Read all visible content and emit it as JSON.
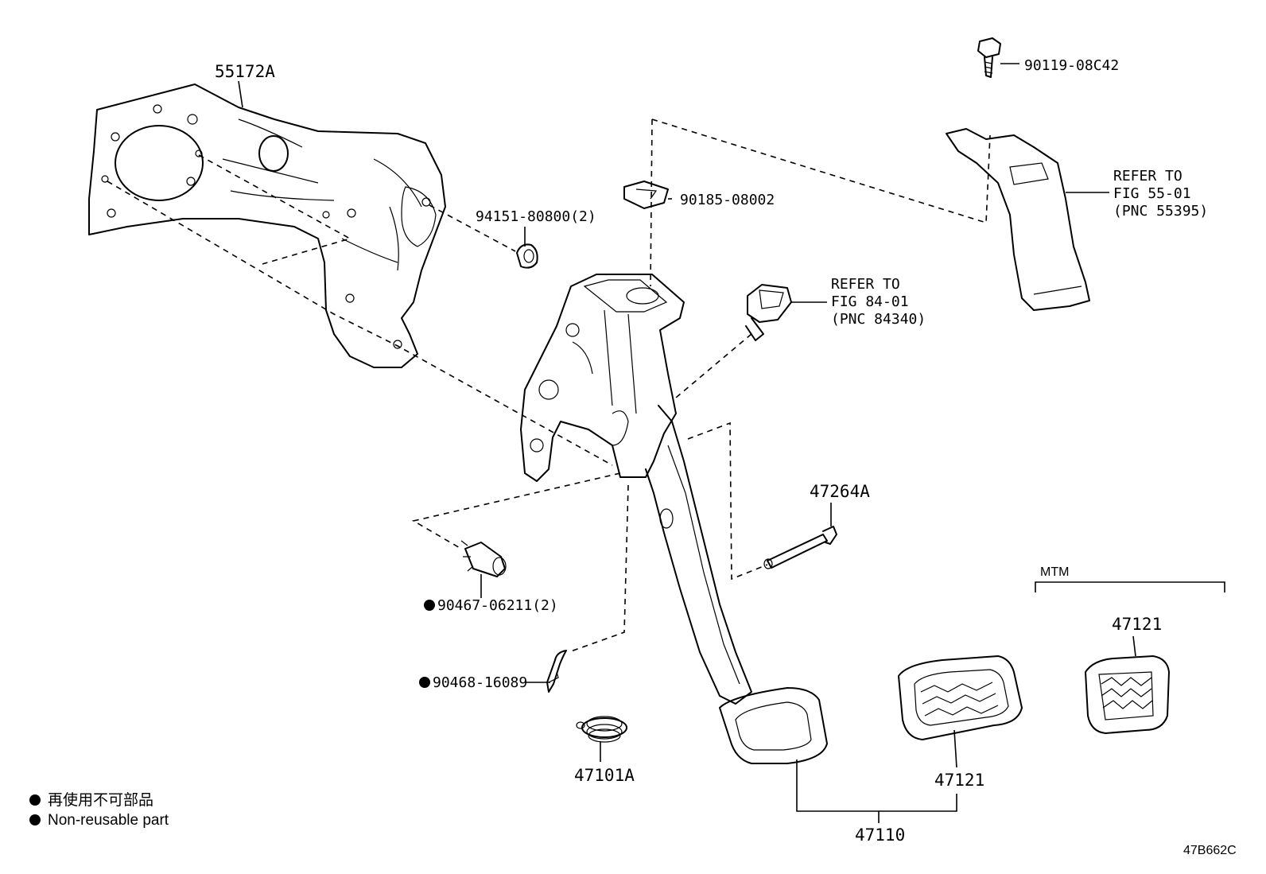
{
  "labels": {
    "p55172a": "55172A",
    "p94151": "94151-80800(2)",
    "p90185": "90185-08002",
    "p90119": "90119-08C42",
    "ref1_line1": "REFER TO",
    "ref1_line2": "FIG 55-01",
    "ref1_line3": "(PNC 55395)",
    "ref2_line1": "REFER TO",
    "ref2_line2": "FIG 84-01",
    "ref2_line3": "(PNC 84340)",
    "p47264a": "47264A",
    "p90467": "90467-06211(2)",
    "p90468": "90468-16089",
    "p47101a": "47101A",
    "p47121_pad": "47121",
    "p47121_mtm": "47121",
    "p47110": "47110",
    "mtm": "MTM",
    "diagram_code": "47B662C"
  },
  "legend": {
    "jp": "再使用不可部品",
    "en": "Non-reusable part"
  }
}
